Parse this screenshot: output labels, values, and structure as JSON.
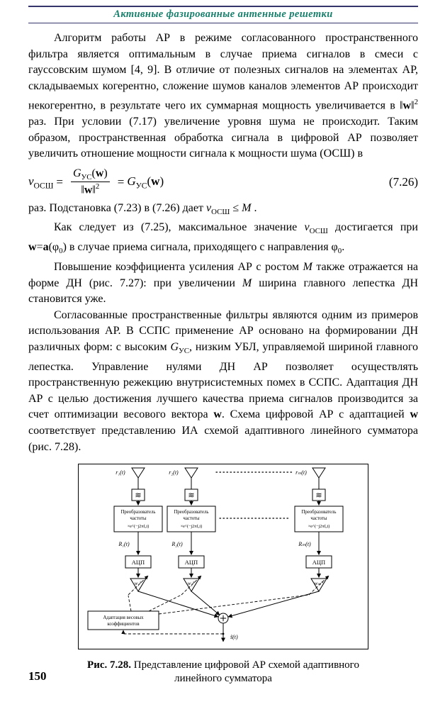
{
  "colors": {
    "header_text": "#17806c",
    "header_rule": "#35356b",
    "body_text": "#000000",
    "figure_lines": "#000000",
    "background": "#ffffff"
  },
  "header": {
    "title": "Активные фазированные антенные решетки"
  },
  "content": {
    "p1": "Алгоритм работы АР в режиме согласованного пространственного фильтра является оптимальным в случае приема сигналов в смеси с гауссовским шумом [4, 9]. В отличие от полезных сигналов на элементах АР, складываемых когерентно, сложение шумов каналов элементов АР происходит некогерентно, в результате чего их суммарная мощность увеличивается в ‖<b>w</b>‖<sup>2</sup> раз. При условии (7.17) увеличение уровня шума не происходит. Таким образом, пространственная обработка сигнала в цифровой АР позволяет увеличить отношение мощности сигнала к мощности шума (ОСШ) в",
    "p2": "раз. Подстановка (7.23) в (7.26) дает <i>ν</i><sub>ОСШ</sub> ≤ <i>M</i> .",
    "p3": "Как следует из (7.25), максимальное значение <i>ν</i><sub>ОСШ</sub> достигается при <b>w</b>=<b>a</b>(φ<sub>0</sub>) в случае приема сигнала, приходящего с направления φ<sub>0</sub>.",
    "p4": "Повышение коэффициента усиления АР с ростом <i>M</i> также отражается на форме ДН (рис. 7.27): при увеличении <i>M</i> ширина главного лепестка ДН становится уже.",
    "p5": "Согласованные пространственные фильтры являются одним из примеров использования АР. В ССПС применение АР основано на формировании ДН различных форм: с высоким <i>G</i><sub>УС</sub>, низким УБЛ, управляемой шириной главного лепестка. Управление нулями ДН АР позволяет осуществлять пространственную режекцию внутрисистемных помех в ССПС. Адаптация ДН АР с целью достижения лучшего качества приема сигналов производится за счет оптимизации весового вектора <b>w</b>. Схема цифровой АР с адаптацией <b>w</b> соответствует представлению ИА схемой адаптивного линейного сумматора (рис. 7.28)."
  },
  "formula": {
    "lhs": "<i>ν</i><sub>ОСШ</sub>",
    "eq": "=",
    "numerator": "<i>G</i><sub>УС</sub>(<b>w</b>)",
    "denominator": "‖<b>w</b>‖<sup>2</sup>",
    "rhs": "<i>G</i><sub>УС</sub>(<b>w</b>)",
    "number": "(7.26)"
  },
  "figure": {
    "channels": [
      {
        "signal": "r₁(t)",
        "r_label": "R₁(t)",
        "weight": "w₁*"
      },
      {
        "signal": "r₂(t)",
        "r_label": "R₂(t)",
        "weight": "w₂*"
      },
      {
        "signal": "rₘ(t)",
        "r_label": "Rₘ(t)",
        "weight": "wₘ*"
      }
    ],
    "filter_symbol": "≋",
    "converter": {
      "line1": "Преобразователь",
      "line2": "частоты",
      "line3": "×e^(−j2πf₀t)"
    },
    "adc_label": "АЦП",
    "sum_symbol": "+",
    "adaptation": {
      "line1": "Адаптация весовых",
      "line2": "коэффициентов"
    },
    "output_label": "s̃(t)",
    "caption": {
      "bold": "Рис. 7.28.",
      "line1": " Представление цифровой АР схемой адаптивного",
      "line2": "линейного сумматора"
    }
  },
  "page_number": "150"
}
